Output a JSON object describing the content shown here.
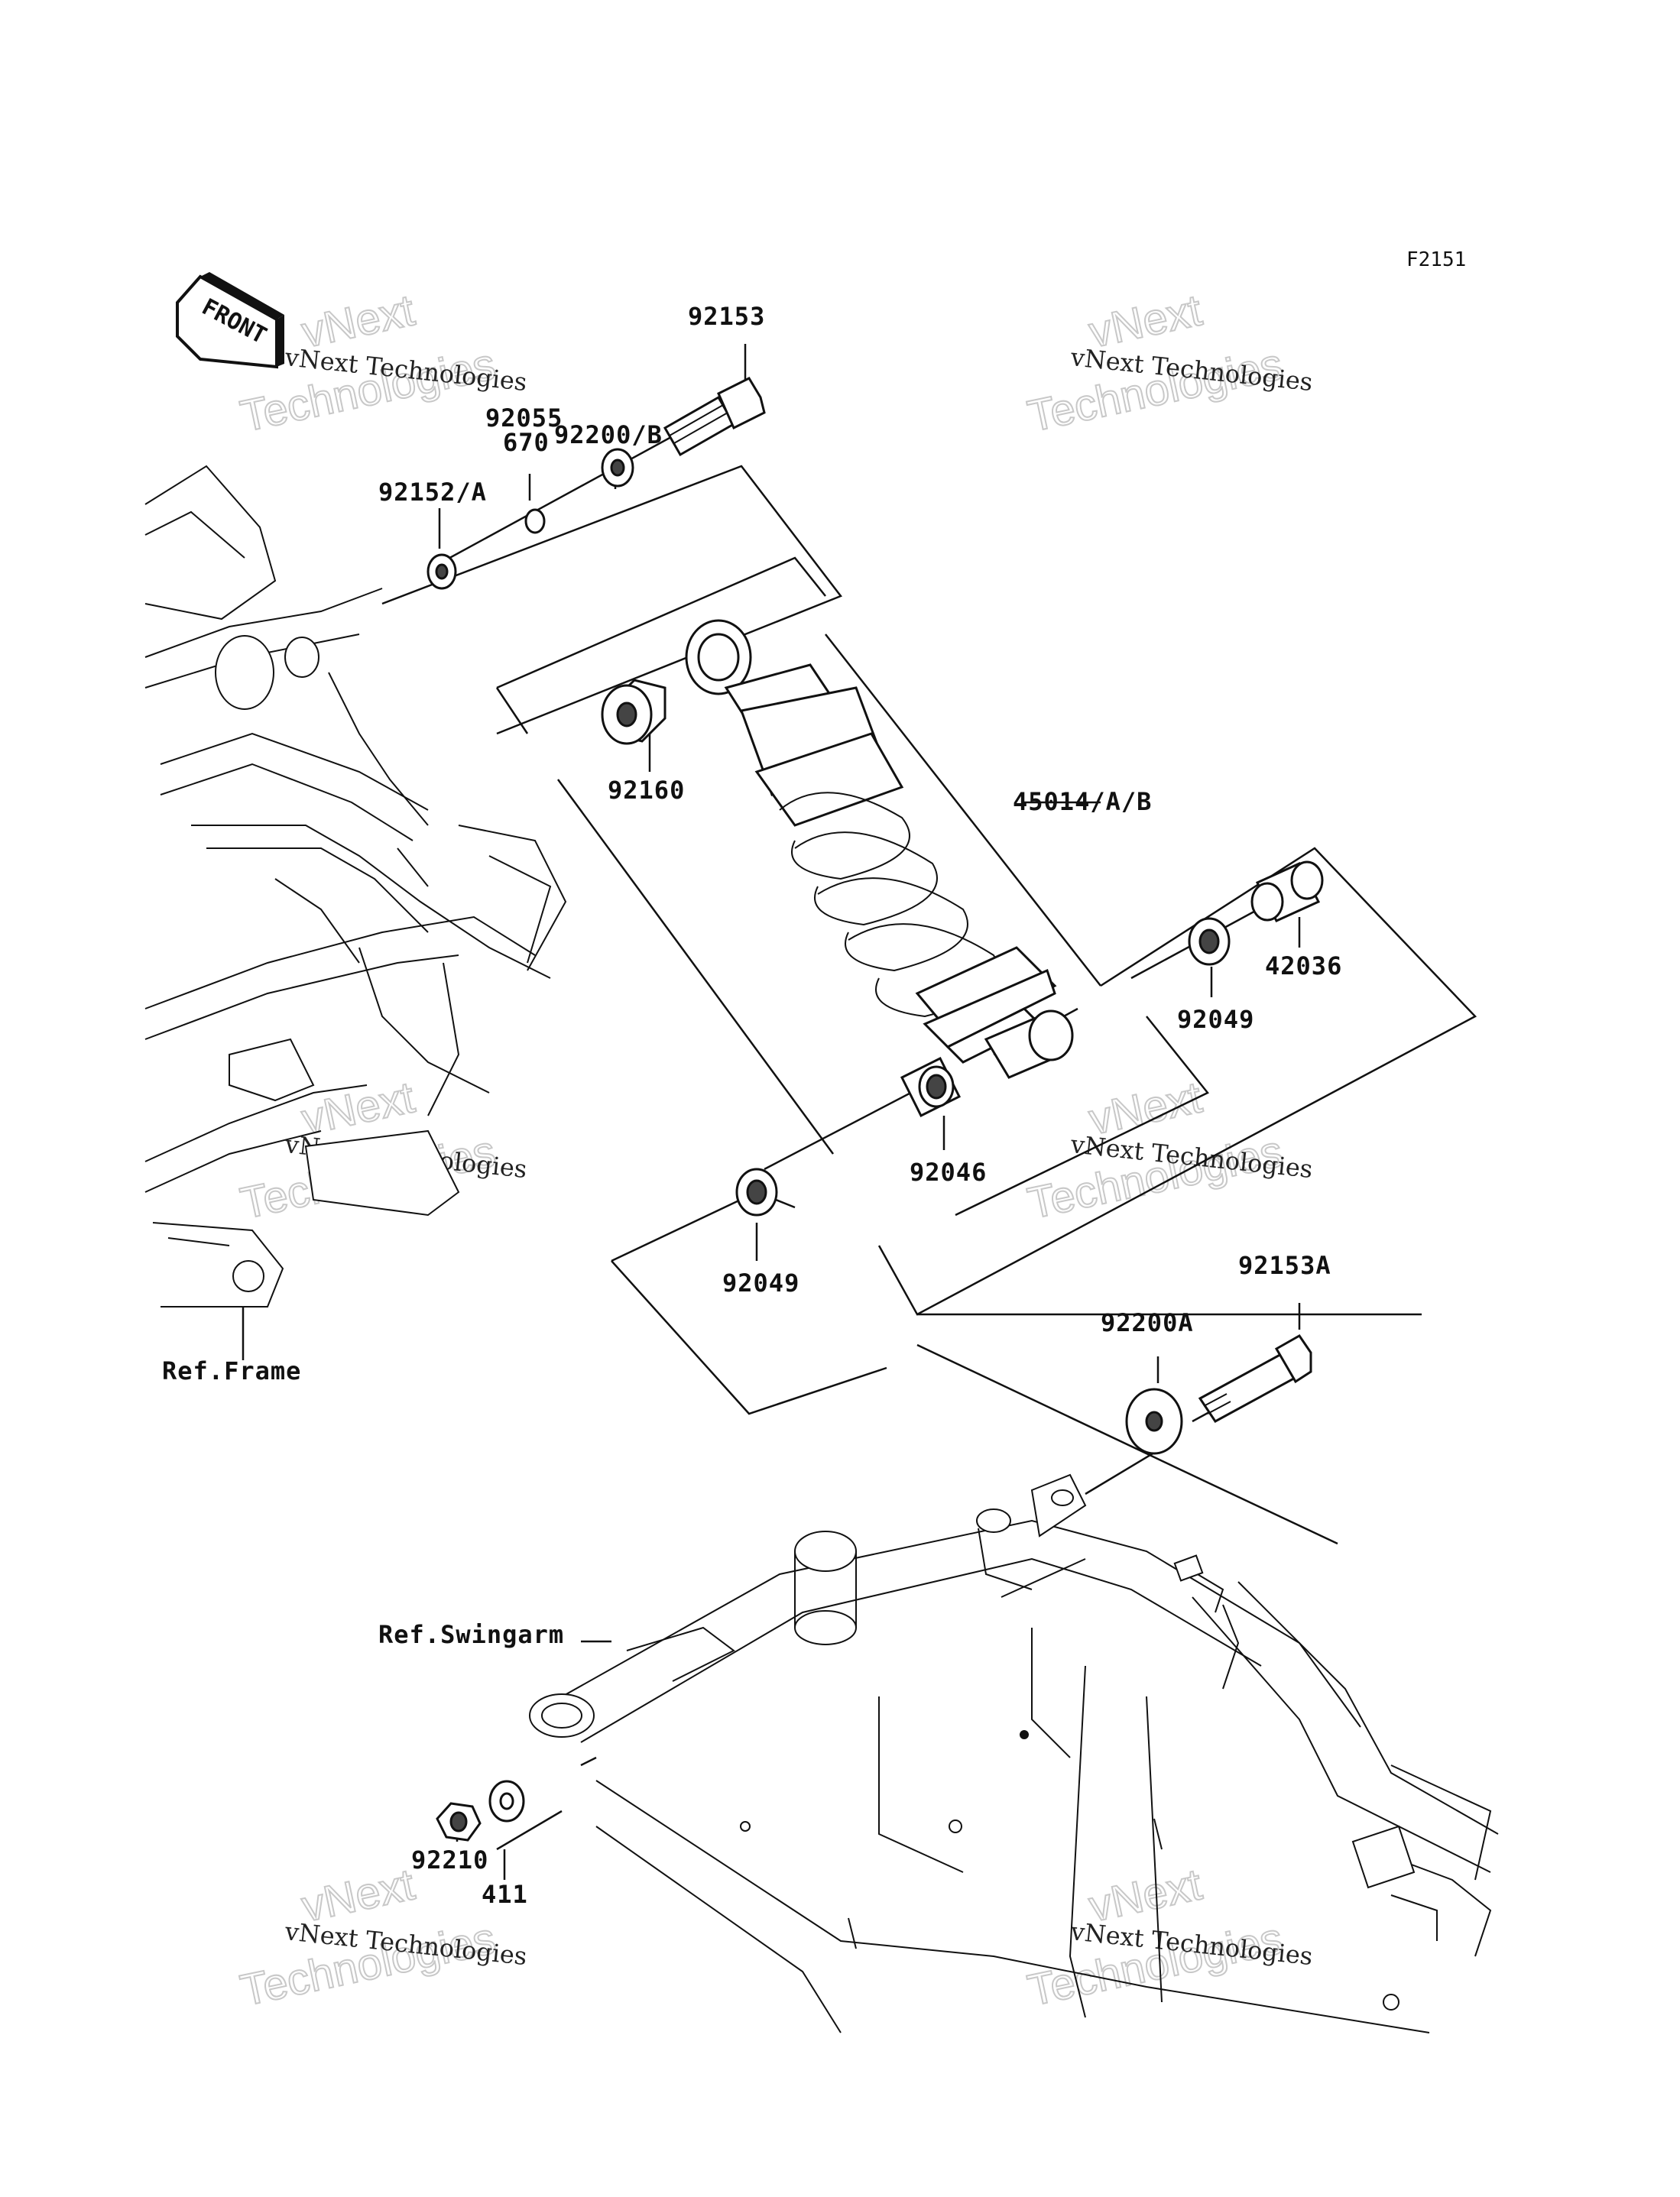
{
  "diagram": {
    "figure_code": "F2151",
    "front_marker": "FRONT",
    "watermark": {
      "line1": "vNext",
      "line2": "Technologies",
      "caption": "vNext Technologies"
    },
    "callouts": [
      {
        "id": "92153",
        "text": "92153"
      },
      {
        "id": "92200B",
        "text": "92200/B"
      },
      {
        "id": "92055",
        "text": "92055"
      },
      {
        "id": "670",
        "text": "670"
      },
      {
        "id": "92152A",
        "text": "92152/A"
      },
      {
        "id": "92160",
        "text": "92160"
      },
      {
        "id": "45014AB",
        "text": "45014/A/B"
      },
      {
        "id": "42036",
        "text": "42036"
      },
      {
        "id": "92049a",
        "text": "92049"
      },
      {
        "id": "92046",
        "text": "92046"
      },
      {
        "id": "92049b",
        "text": "92049"
      },
      {
        "id": "92153A",
        "text": "92153A"
      },
      {
        "id": "92200A",
        "text": "92200A"
      },
      {
        "id": "411",
        "text": "411"
      },
      {
        "id": "92210",
        "text": "92210"
      }
    ],
    "references": [
      {
        "id": "ref-frame",
        "text": "Ref.Frame"
      },
      {
        "id": "ref-swingarm",
        "text": "Ref.Swingarm"
      }
    ]
  }
}
